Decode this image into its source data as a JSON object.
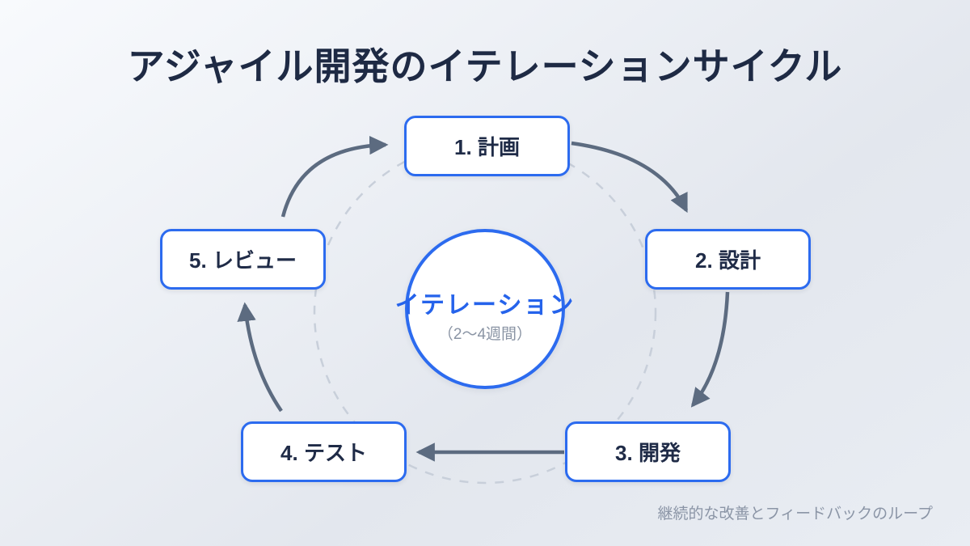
{
  "title": "アジャイル開発のイテレーションサイクル",
  "steps": [
    {
      "id": "plan",
      "label": "1. 計画"
    },
    {
      "id": "design",
      "label": "2. 設計"
    },
    {
      "id": "dev",
      "label": "3. 開発"
    },
    {
      "id": "test",
      "label": "4. テスト"
    },
    {
      "id": "review",
      "label": "5. レビュー"
    }
  ],
  "center": {
    "label": "イテレーション",
    "sublabel": "（2〜4週間）"
  },
  "footer": "継続的な改善とフィードバックのループ",
  "icons": {
    "arrows": [
      "arrow-plan-to-design",
      "arrow-design-to-dev",
      "arrow-dev-to-test",
      "arrow-test-to-review",
      "arrow-review-to-plan"
    ],
    "background_shape": "dashed-cycle-circle"
  },
  "colors": {
    "accent_blue": "#2c6bef",
    "center_label_blue": "#2563eb",
    "text_navy": "#1f2b47",
    "title_navy": "#1e2a44",
    "muted_gray": "#8b95a6",
    "arrow_slate": "#5c6b80",
    "dashed_circle_gray": "#c8cfda",
    "box_background": "#ffffff"
  }
}
